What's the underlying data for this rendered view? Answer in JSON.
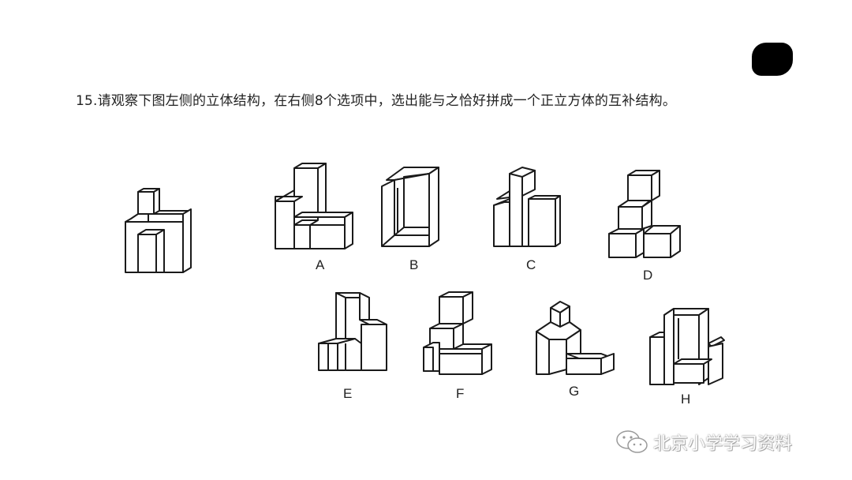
{
  "question": {
    "number": "15.",
    "text": "请观察下图左侧的立体结构，在右侧8个选项中，选出能与之恰好拼成一个正立方体的互补结构。"
  },
  "options": [
    {
      "label": "A"
    },
    {
      "label": "B"
    },
    {
      "label": "C"
    },
    {
      "label": "D"
    },
    {
      "label": "E"
    },
    {
      "label": "F"
    },
    {
      "label": "G"
    },
    {
      "label": "H"
    }
  ],
  "watermark": {
    "text": "北京小学学习资料",
    "icon": "wechat-icon"
  },
  "page_mark": {
    "icon": "blacked-out-page-number"
  }
}
